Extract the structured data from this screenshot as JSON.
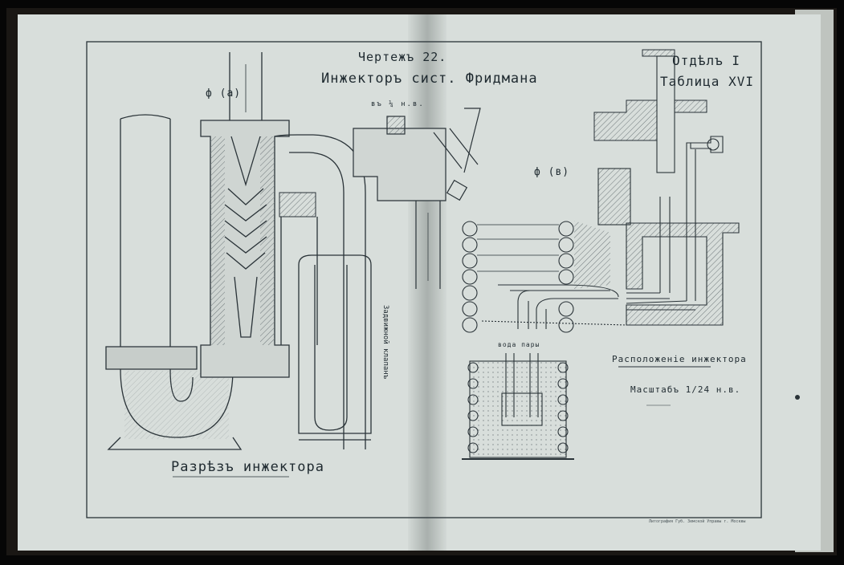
{
  "title_line1": "Чертежъ 22.",
  "title_line2": "Инжекторъ сист. Фридмана",
  "title_scale": "въ ¼ н.в.",
  "section_line1": "Отдѣлъ I",
  "section_line2": "Таблица XVI",
  "caption_section": "Разрѣзъ инжектора",
  "caption_layout": "Расположеніе инжектора",
  "scale_note": "Масштабъ 1/24 н.в.",
  "view_label_a": "ф (а)",
  "view_label_b": "ф (в)",
  "valve_label": "Задвижной клапанъ",
  "water_label": "вода пары",
  "imprint": "Литография Губ. Земской Управы г. Москвы",
  "colors": {
    "paper": "#d8dedb",
    "ink": "#2a3338",
    "hatch": "#6f787b",
    "background": "#060606"
  }
}
